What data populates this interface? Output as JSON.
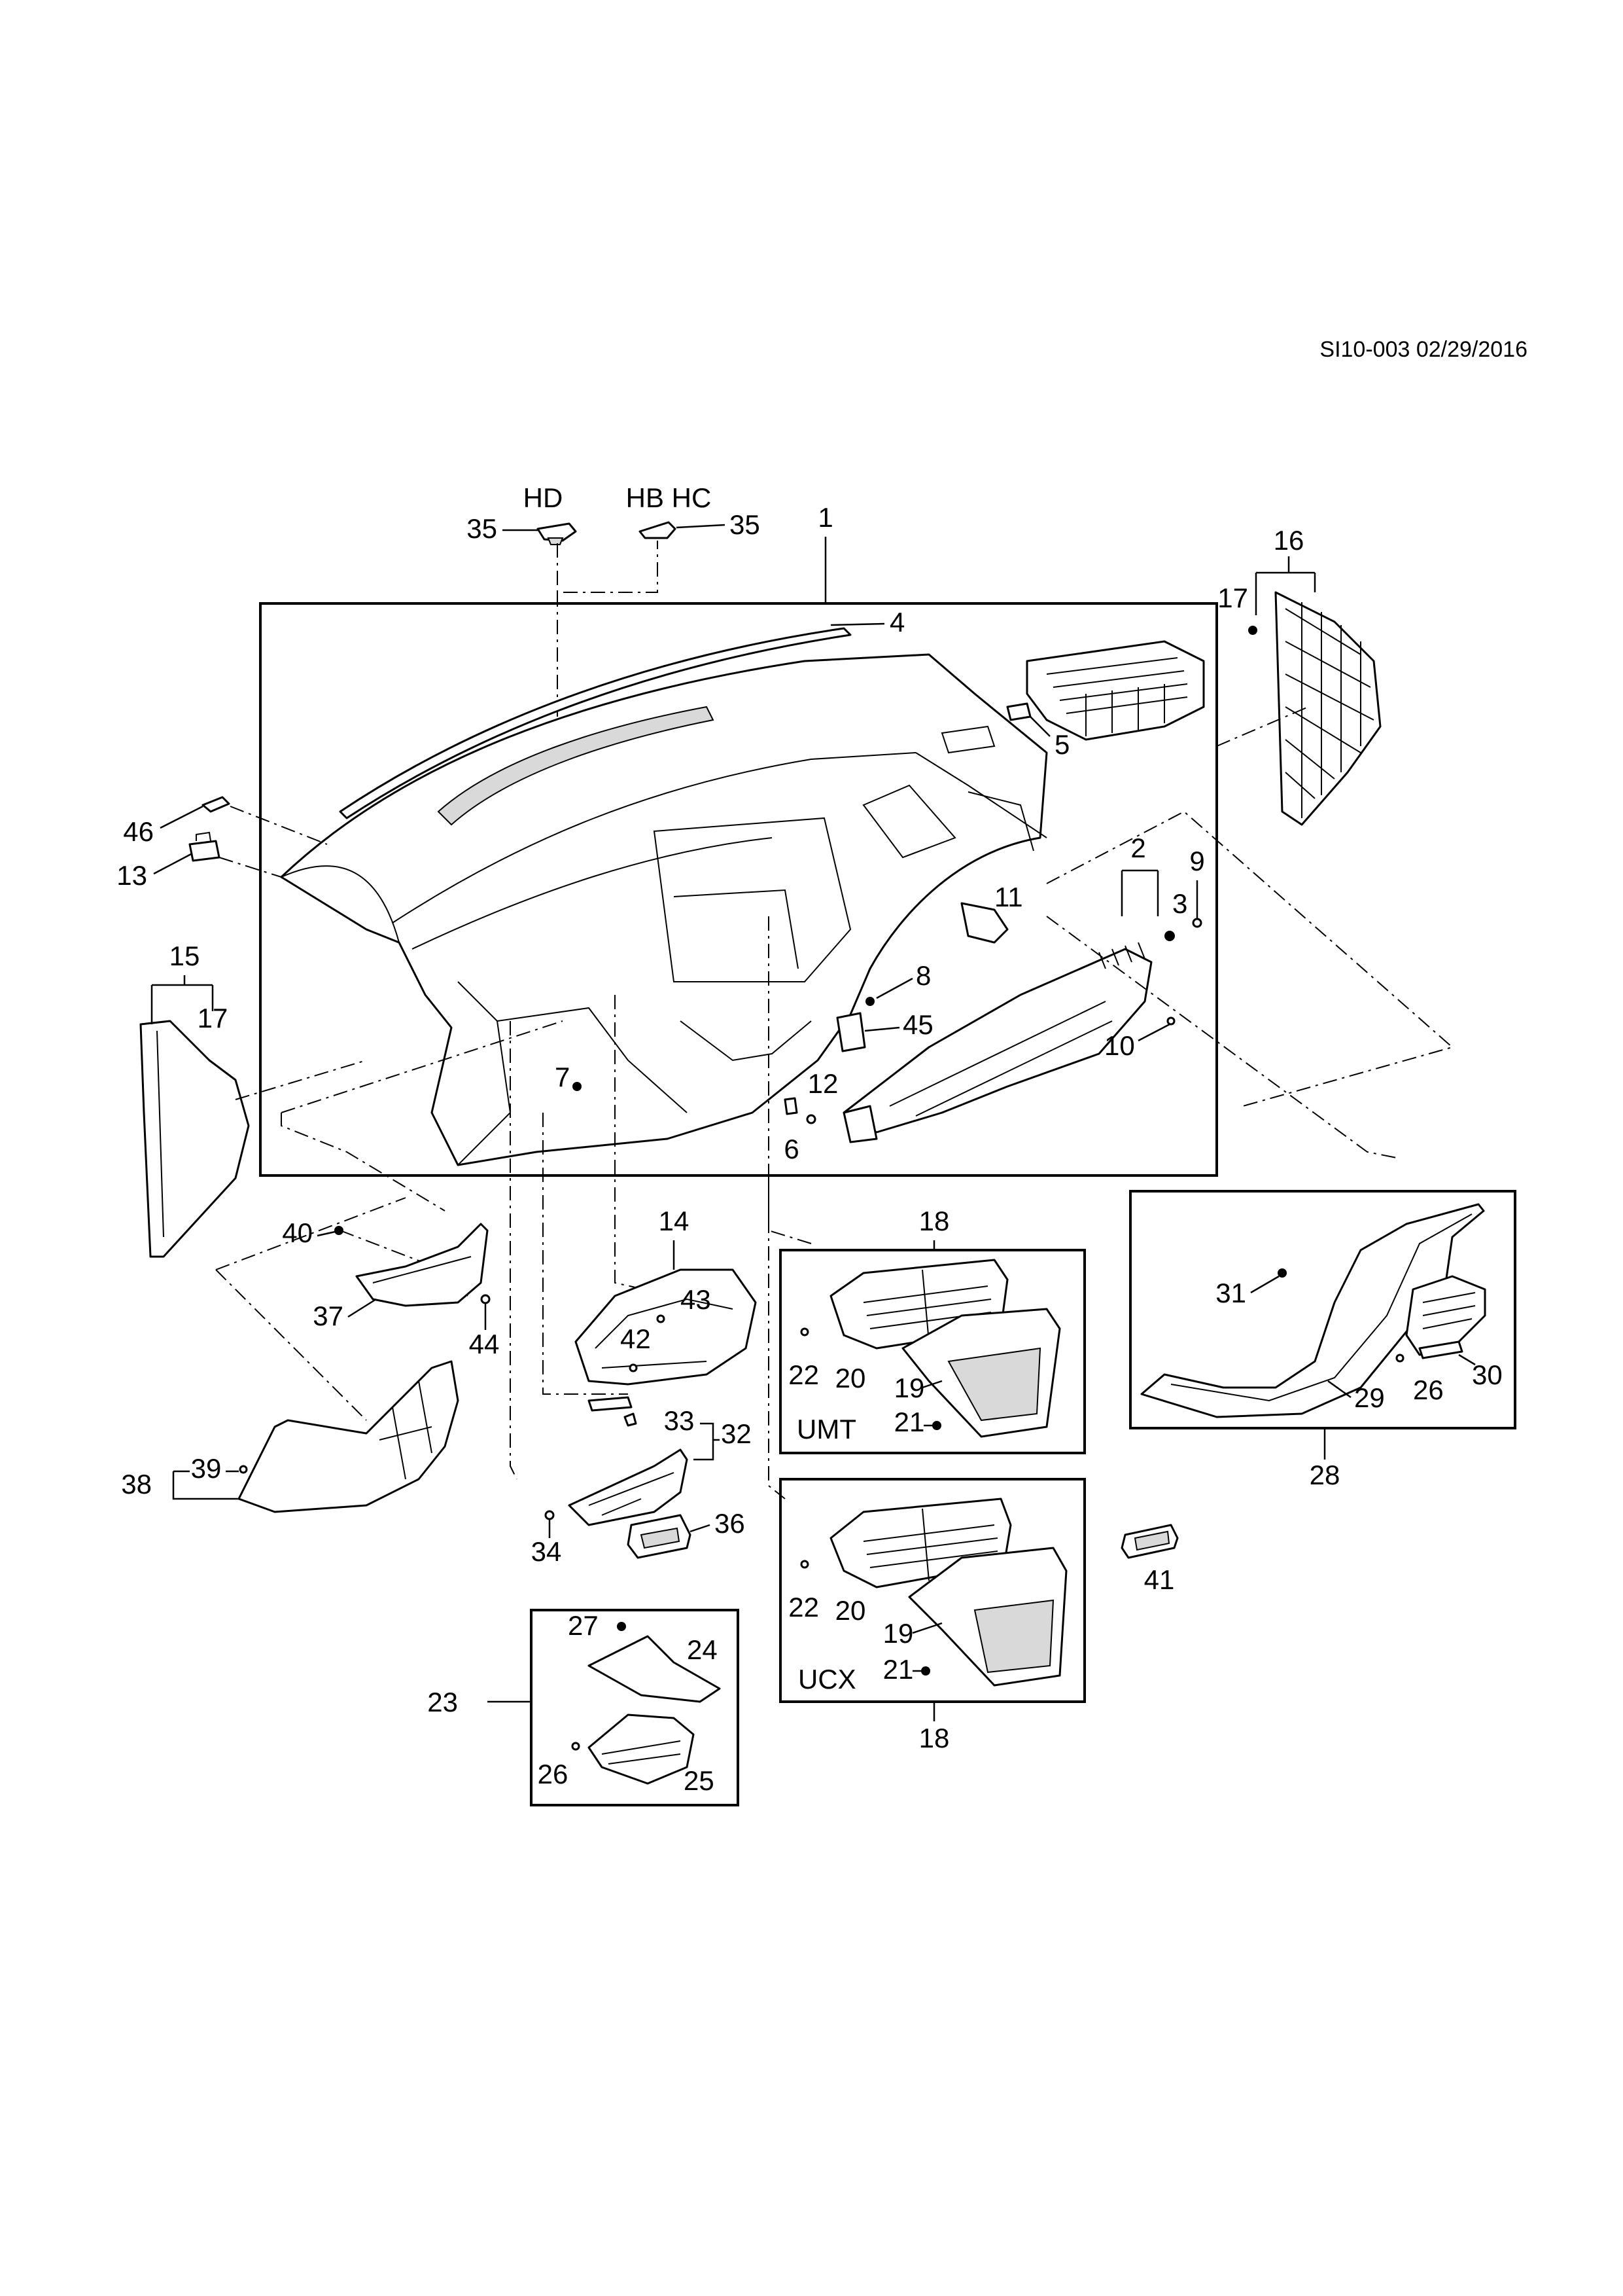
{
  "header": {
    "ref_code": "SI10-003 02/29/2016"
  },
  "variant_codes": {
    "hd": "HD",
    "hb_hc": "HB HC",
    "umt": "UMT",
    "ucx": "UCX"
  },
  "callouts": {
    "c1": "1",
    "c2": "2",
    "c3": "3",
    "c4": "4",
    "c5": "5",
    "c6": "6",
    "c7": "7",
    "c8": "8",
    "c9": "9",
    "c10": "10",
    "c11": "11",
    "c12": "12",
    "c13": "13",
    "c14": "14",
    "c15": "15",
    "c16": "16",
    "c17a": "17",
    "c17b": "17",
    "c18a": "18",
    "c18b": "18",
    "c19a": "19",
    "c19b": "19",
    "c20a": "20",
    "c20b": "20",
    "c21a": "21",
    "c21b": "21",
    "c22a": "22",
    "c22b": "22",
    "c23": "23",
    "c24": "24",
    "c25": "25",
    "c26a": "26",
    "c26b": "26",
    "c27": "27",
    "c28": "28",
    "c29": "29",
    "c30": "30",
    "c31": "31",
    "c32": "32",
    "c33": "33",
    "c34": "34",
    "c35a": "35",
    "c35b": "35",
    "c36": "36",
    "c37": "37",
    "c38": "38",
    "c39": "39",
    "c40": "40",
    "c41": "41",
    "c42": "42",
    "c43": "43",
    "c44": "44",
    "c45": "45",
    "c46": "46"
  }
}
